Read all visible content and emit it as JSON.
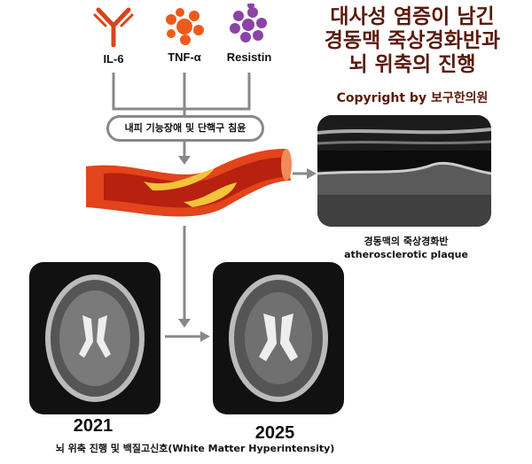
{
  "cytokines": [
    {
      "label": "IL-6",
      "icon": "antibody-icon",
      "color": "#d9441a"
    },
    {
      "label": "TNF-α",
      "icon": "molecule-cluster-icon",
      "color": "#ee5a1c"
    },
    {
      "label": "Resistin",
      "icon": "molecule-cluster-icon",
      "color": "#8a44a6"
    }
  ],
  "title": {
    "line1": "대사성 염증이 남긴",
    "line2": "경동맥 죽상경화반과",
    "line3": "뇌 위축의 진행",
    "copyright": "Copyright by 보구한의원"
  },
  "process_label": "내피 기능장애 및 단핵구 침윤",
  "ultrasound": {
    "caption_ko": "경동맥의 죽상경화반",
    "caption_en": "atherosclerotic plaque"
  },
  "brain": {
    "year1": "2021",
    "year2": "2025",
    "caption": "뇌 위축 진행 및 백질고신호(White Matter Hyperintensity)"
  },
  "colors": {
    "title": "#5b1a0c",
    "connector": "#888888",
    "artery": "#e2441b",
    "plaque": "#f3c33a"
  }
}
